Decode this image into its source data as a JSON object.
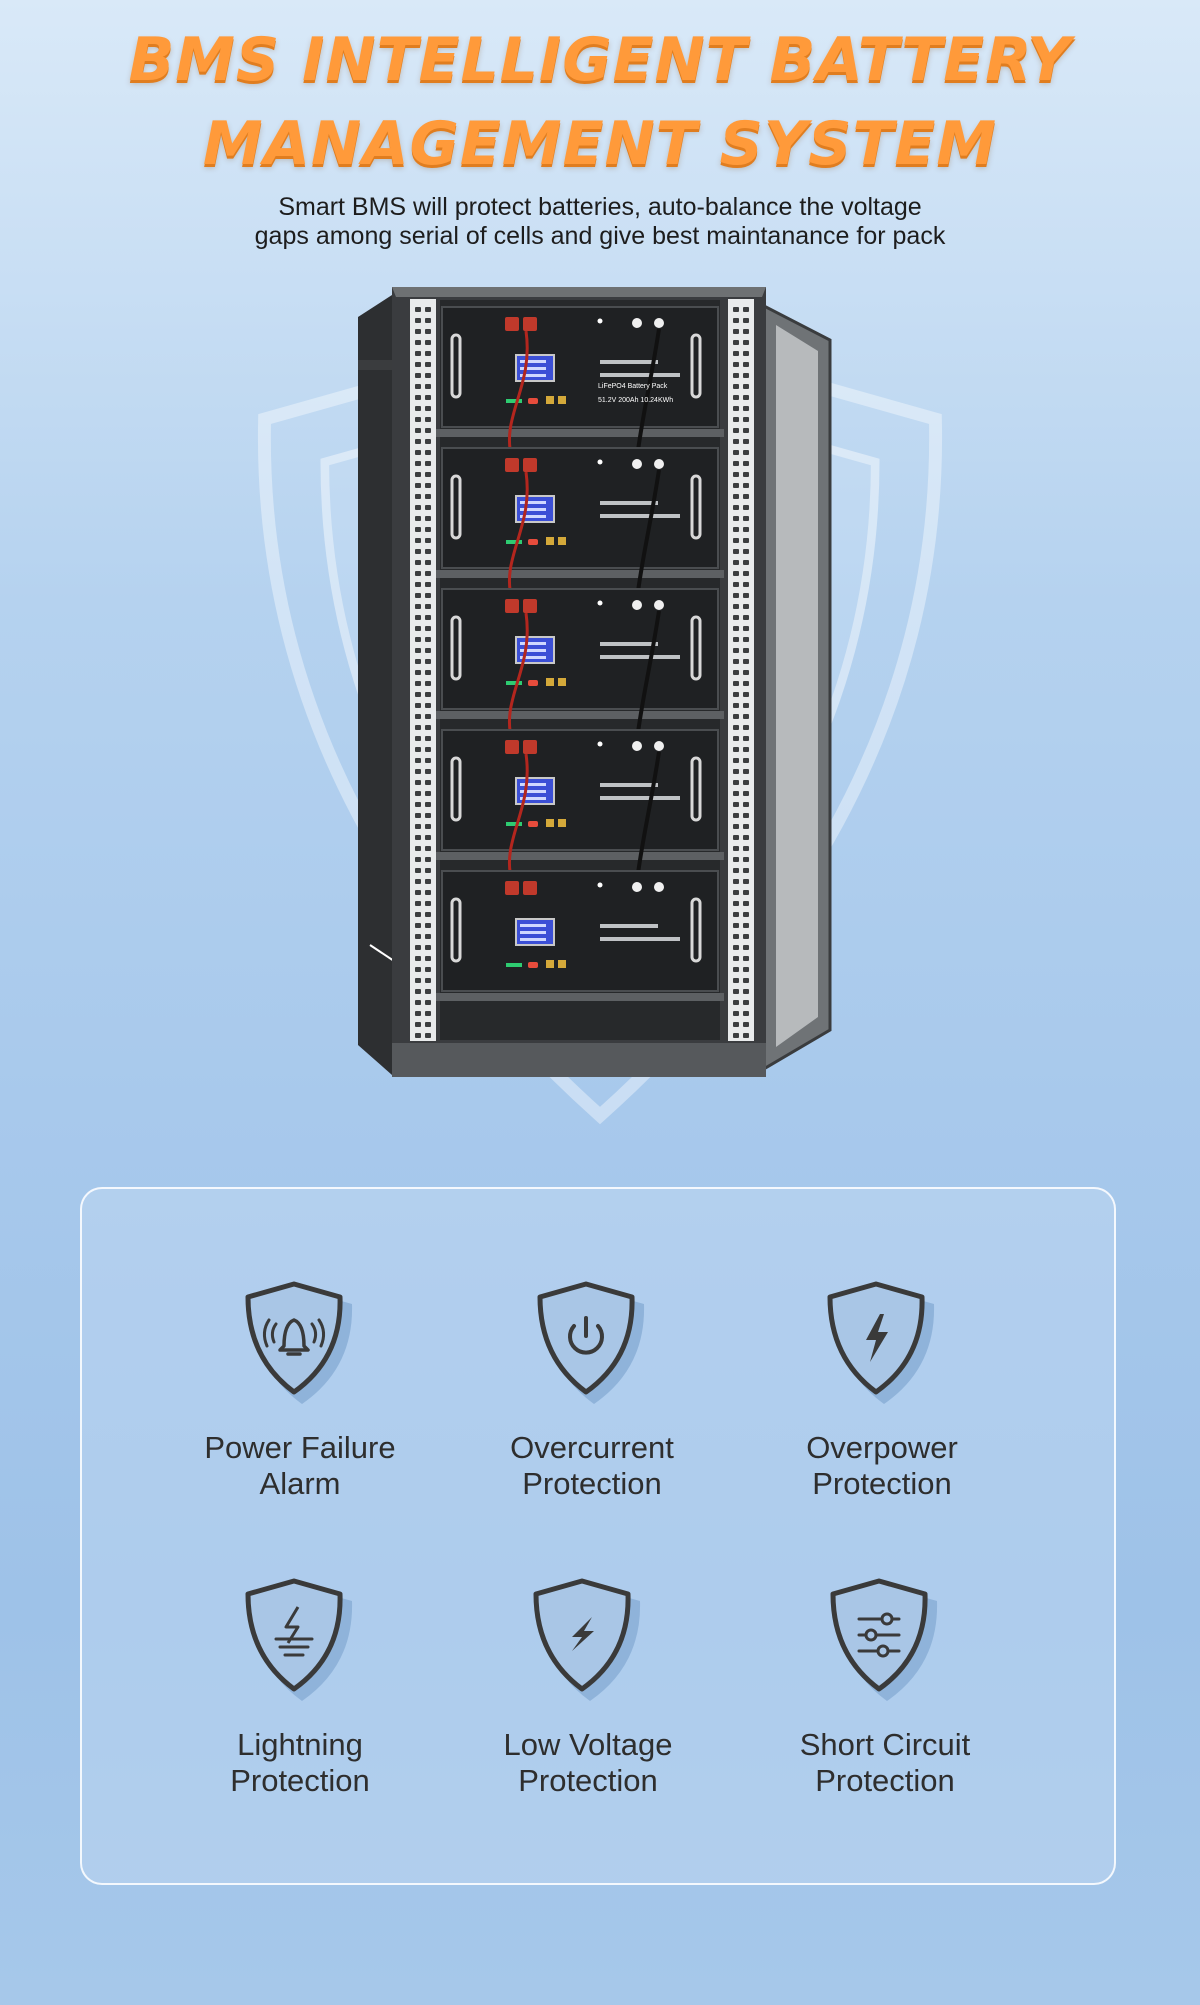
{
  "header": {
    "title_line1": "BMS INTELLIGENT BATTERY",
    "title_line2": "MANAGEMENT SYSTEM",
    "subtitle_line1": "Smart BMS will protect batteries, auto-balance the voltage",
    "subtitle_line2": "gaps among serial of cells and give best maintanance for pack"
  },
  "product": {
    "module_label_line1": "LiFePO4 Battery Pack",
    "module_label_line2": "51.2V 200Ah 10.24KWh",
    "module_count": 5
  },
  "features": [
    {
      "line1": "Power Failure",
      "line2": "Alarm",
      "icon": "bell-alarm-icon"
    },
    {
      "line1": "Overcurrent",
      "line2": "Protection",
      "icon": "power-icon"
    },
    {
      "line1": "Overpower",
      "line2": "Protection",
      "icon": "lightning-bolt-icon"
    },
    {
      "line1": "Lightning",
      "line2": "Protection",
      "icon": "lightning-ground-icon"
    },
    {
      "line1": "Low Voltage",
      "line2": "Protection",
      "icon": "bolt-icon"
    },
    {
      "line1": "Short Circuit",
      "line2": "Protection",
      "icon": "sliders-icon"
    }
  ],
  "colors": {
    "title_orange": "#ff9a3a",
    "icon_dark": "#3a3a3a",
    "icon_fill": "#8fb3da"
  }
}
